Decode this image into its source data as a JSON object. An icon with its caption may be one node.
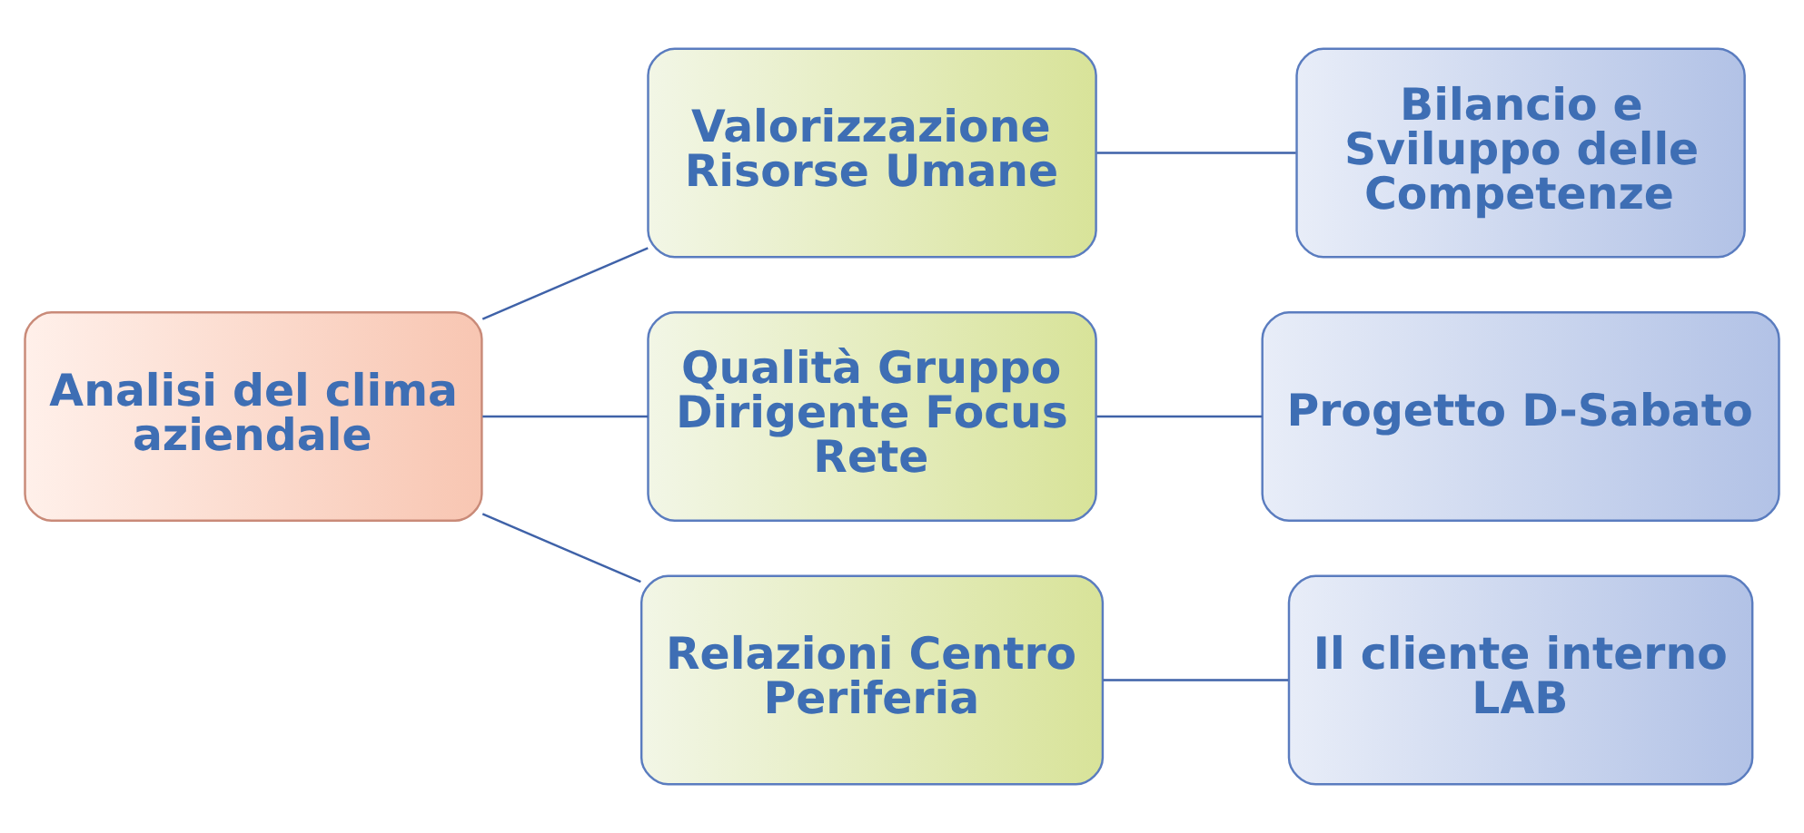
{
  "diagram": {
    "nodes": [
      {
        "text": [
          "Analisi del clima aziendale"
        ]
      },
      {
        "text": [
          "Valorizzazione Risorse Umane"
        ]
      },
      {
        "text": [
          "Qualità Gruppo Dirigente Focus Rete"
        ]
      },
      {
        "text": [
          "Relazioni Centro Periferia"
        ]
      },
      {
        "text": [
          "Bilancio e Sviluppo delle Competenze"
        ]
      },
      {
        "text": [
          "Progetto D-Sabato"
        ]
      },
      {
        "text": [
          "Il cliente interno LAB"
        ]
      }
    ],
    "edges": [
      {
        "from": 0,
        "to": 1,
        "arrow": "none"
      },
      {
        "from": 0,
        "to": 2,
        "arrow": "none"
      },
      {
        "from": 0,
        "to": 3,
        "arrow": "none"
      },
      {
        "from": 1,
        "to": 4,
        "arrow": "none"
      },
      {
        "from": 2,
        "to": 5,
        "arrow": "none"
      },
      {
        "from": 3,
        "to": 6,
        "arrow": "none"
      }
    ]
  }
}
